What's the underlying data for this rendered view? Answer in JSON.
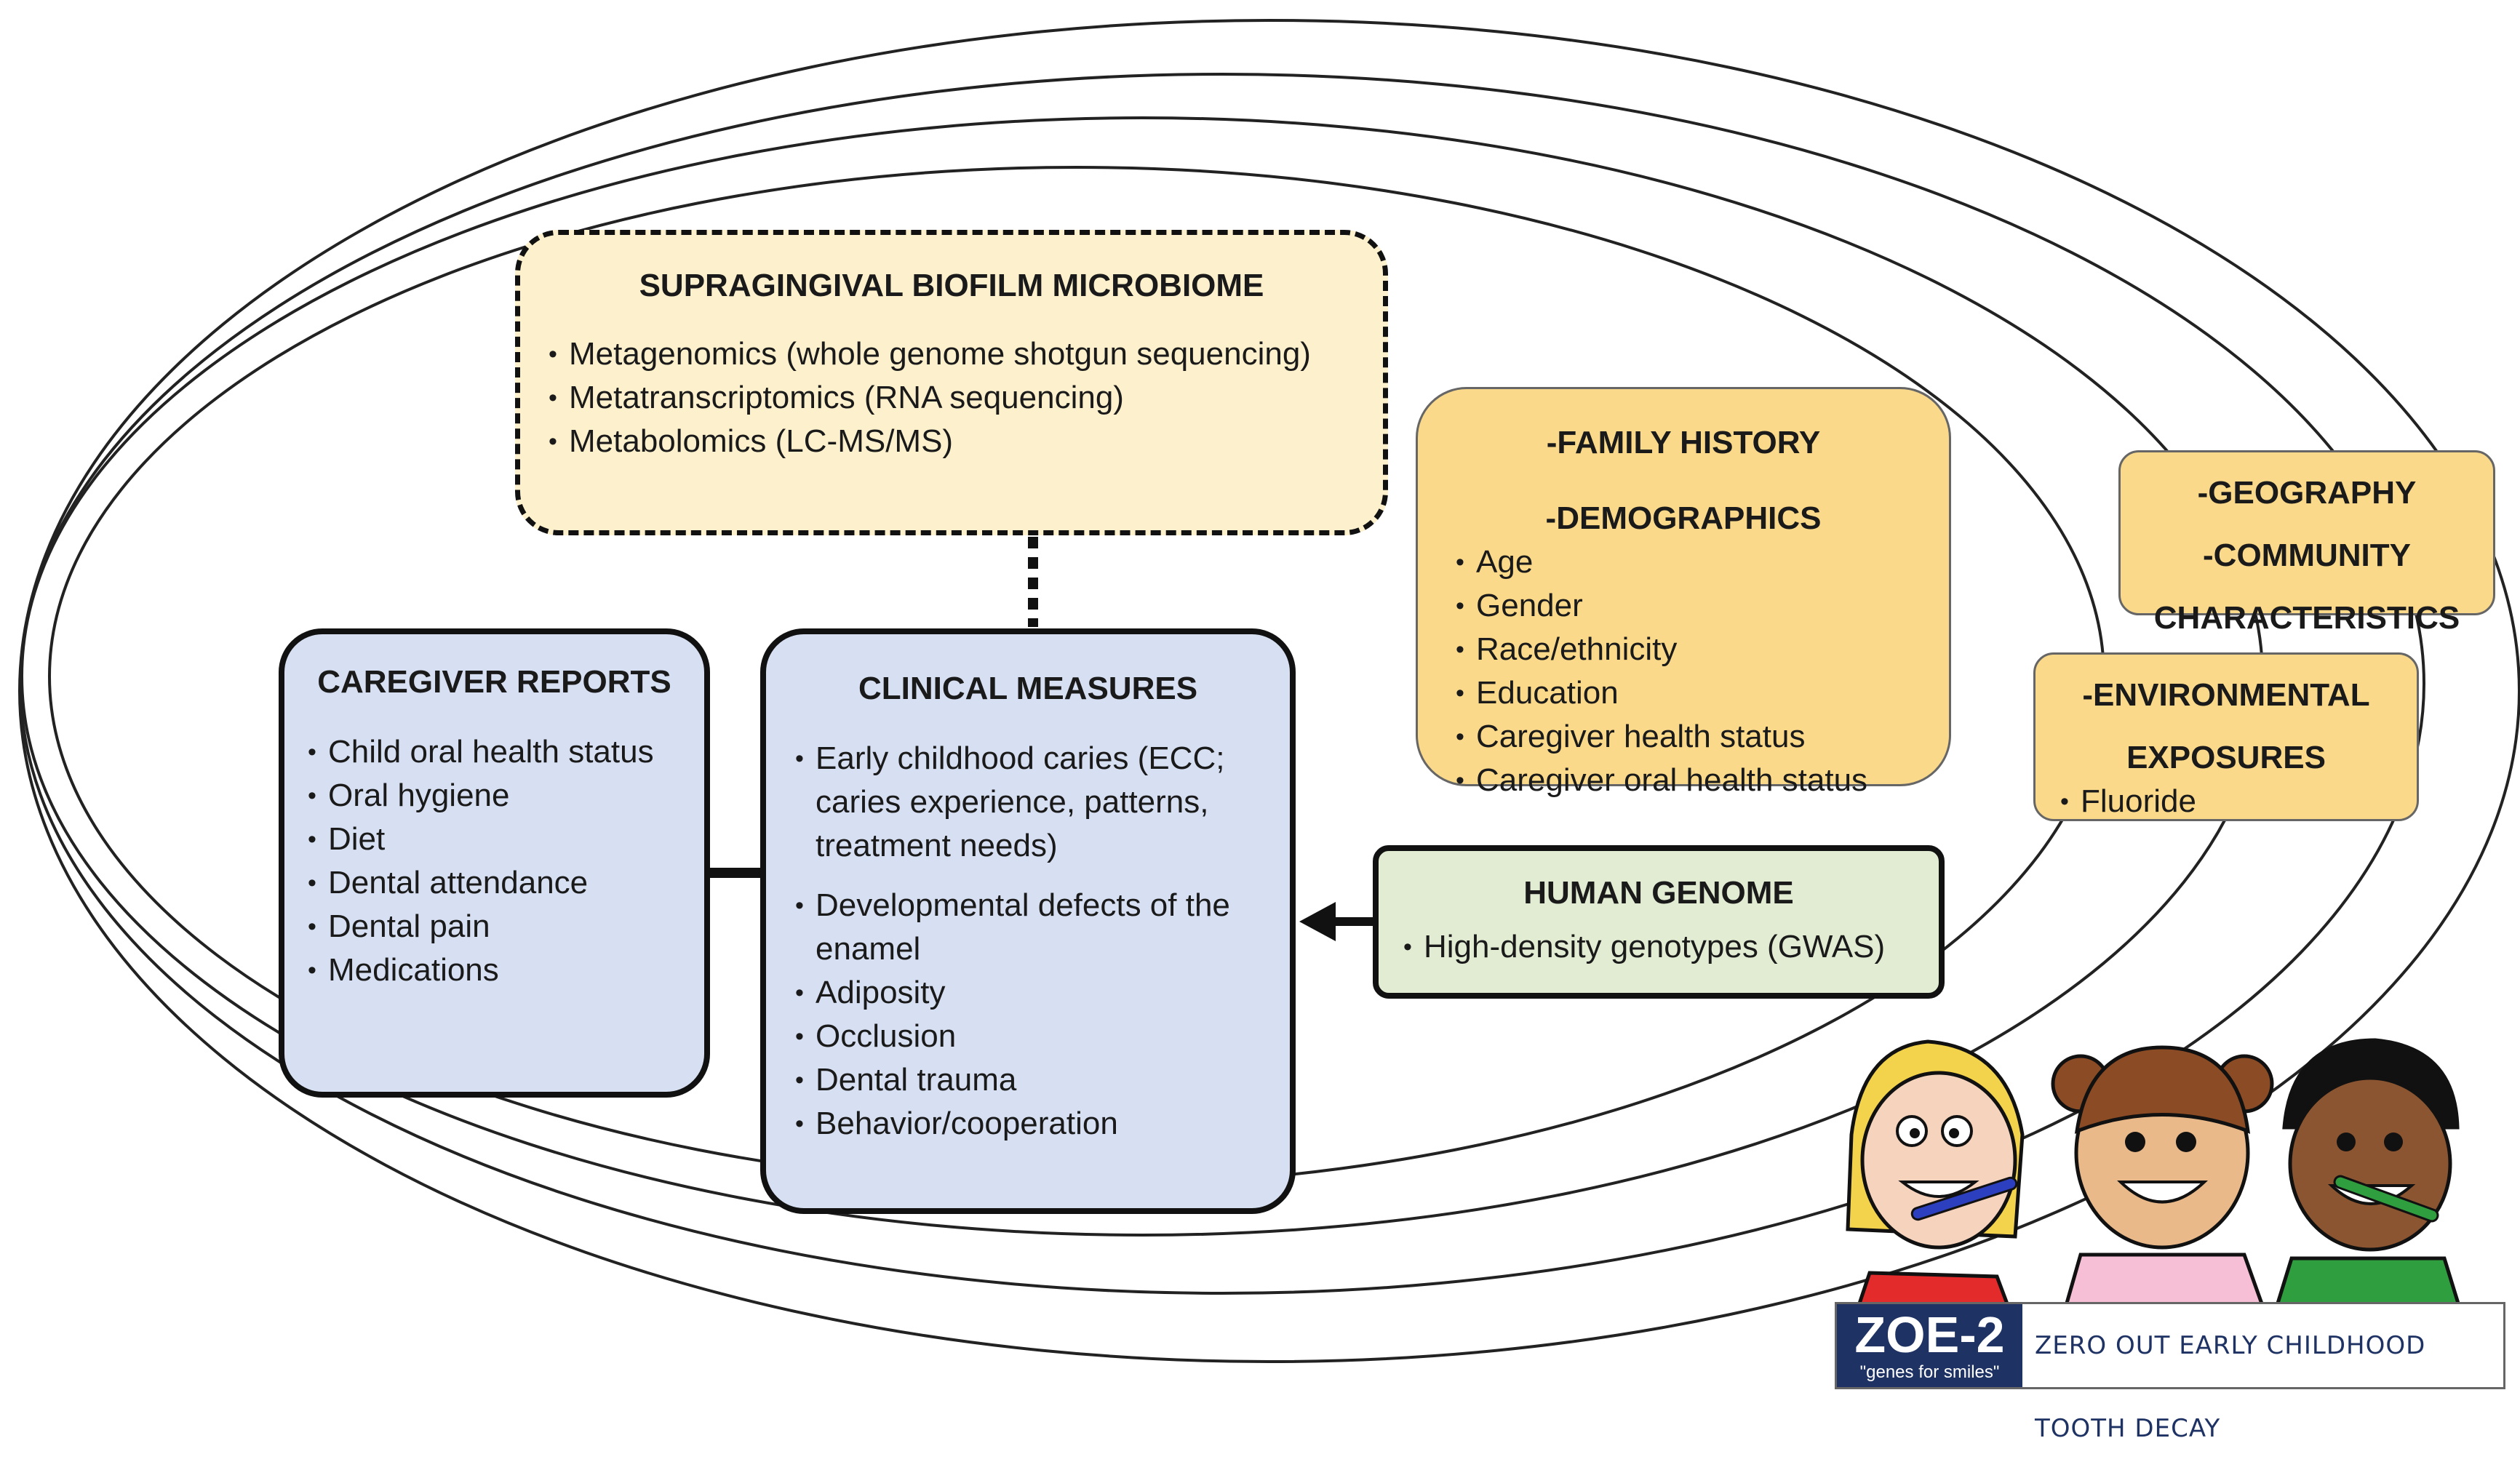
{
  "microbiome": {
    "title": "SUPRAGINGIVAL BIOFILM MICROBIOME",
    "items": [
      "Metagenomics (whole genome shotgun sequencing)",
      "Metatranscriptomics (RNA sequencing)",
      "Metabolomics (LC-MS/MS)"
    ]
  },
  "caregiver": {
    "title": "CAREGIVER REPORTS",
    "items": [
      "Child oral health status",
      "Oral hygiene",
      "Diet",
      "Dental attendance",
      "Dental pain",
      "Medications"
    ]
  },
  "clinical": {
    "title": "CLINICAL MEASURES",
    "items": [
      "Early childhood caries (ECC; caries experience, patterns, treatment needs)",
      "Developmental defects of the enamel",
      "Adiposity",
      "Occlusion",
      "Dental trauma",
      "Behavior/cooperation"
    ]
  },
  "family": {
    "title_line1": "-FAMILY HISTORY",
    "title_line2": "-DEMOGRAPHICS",
    "items": [
      "Age",
      "Gender",
      "Race/ethnicity",
      "Education",
      "Caregiver health status",
      "Caregiver oral health status"
    ]
  },
  "genome": {
    "title": "HUMAN GENOME",
    "items": [
      "High-density genotypes (GWAS)"
    ]
  },
  "geography": {
    "line1": "-GEOGRAPHY",
    "line2": "-COMMUNITY",
    "line3": "CHARACTERISTICS"
  },
  "environment": {
    "line1": "-ENVIRONMENTAL",
    "line2": "EXPOSURES",
    "items": [
      "Fluoride"
    ]
  },
  "logo": {
    "name": "ZOE-2",
    "tagline": "\"genes for smiles\"",
    "full_text": "ZERO OUT EARLY CHILDHOOD TOOTH DECAY"
  },
  "colors": {
    "clinical_fill": "#d7e0f2",
    "microbiome_fill": "#fdf0cc",
    "family_fill": "#fad98a",
    "genome_fill": "#e1ecd3",
    "logo_navy": "#1e3264"
  }
}
